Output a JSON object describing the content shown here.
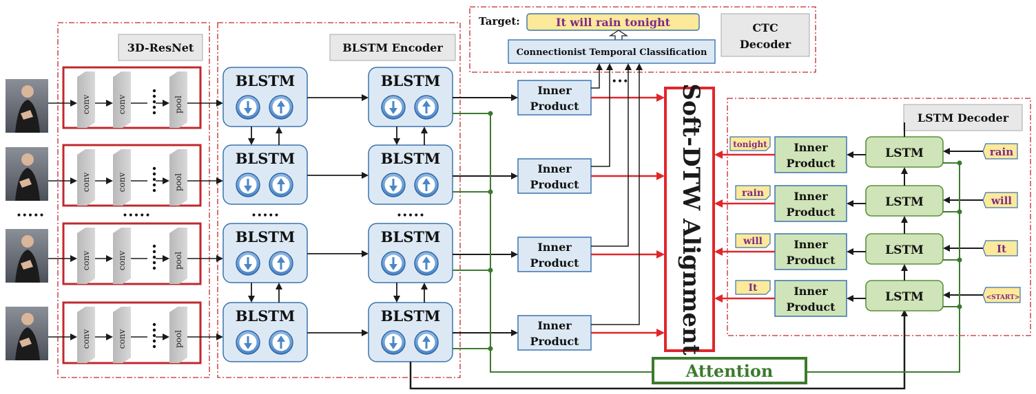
{
  "sections": {
    "resnet": "3D-ResNet",
    "encoder": "BLSTM Encoder",
    "ctc": [
      "CTC",
      "Decoder"
    ],
    "decoder": "LSTM Decoder"
  },
  "resnet": {
    "conv_label": "conv",
    "pool_label": "pool",
    "ellipsis": "•••••"
  },
  "encoder": {
    "cell_label": "BLSTM",
    "ellipsis": "•••••"
  },
  "inner_product": [
    "Inner",
    "Product"
  ],
  "ctc": {
    "target_label": "Target:",
    "target_text": "It will rain tonight",
    "module": "Connectionist Temporal Classification",
    "ellipsis": "•••"
  },
  "alignment": "Soft-DTW Alignment",
  "decoder": {
    "cell_label": "LSTM",
    "outputs": [
      "tonight",
      "rain",
      "will",
      "It"
    ],
    "inputs": [
      "rain",
      "will",
      "It",
      "<START>"
    ]
  },
  "attention": "Attention",
  "colors": {
    "red_frame": "#c0282e",
    "red_dash": "#c0282e",
    "blue_fill": "#dce9f5",
    "blue_stroke": "#3a73ae",
    "green_fill": "#cfe4b8",
    "green_stroke": "#5b8f3a",
    "yellow_fill": "#fde99a",
    "purple_text": "#7b2b8a",
    "attention_green": "#3d7a2e",
    "arrow_red": "#e0262b"
  }
}
